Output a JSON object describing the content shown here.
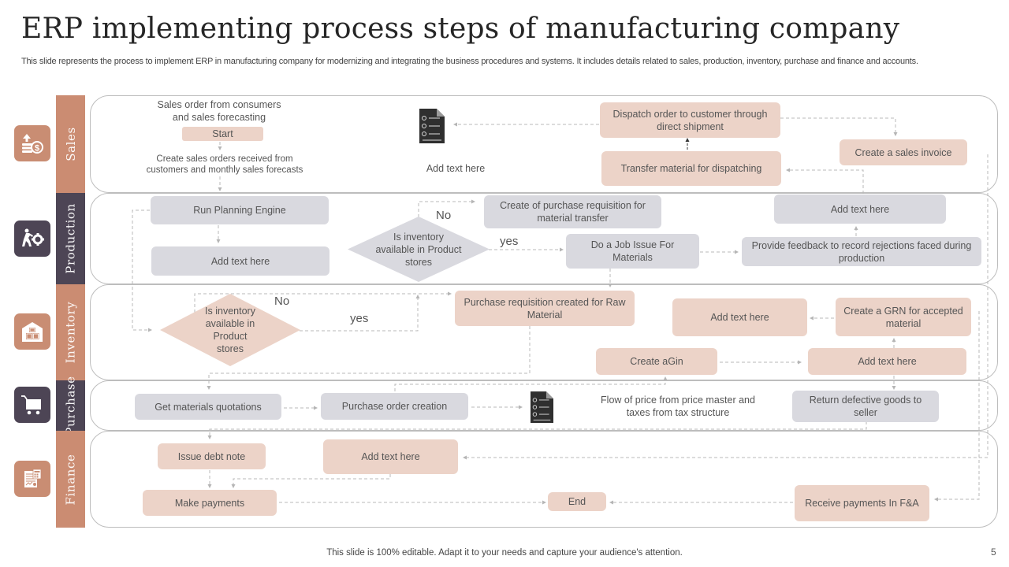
{
  "header": {
    "title": "ERP implementing process steps of manufacturing company",
    "subtitle": "This slide represents the process to implement ERP in manufacturing company for modernizing and integrating the business procedures and systems. It includes details related to sales, production, inventory, purchase and finance and accounts."
  },
  "colors": {
    "accent_brown": "#cb8c72",
    "accent_dark": "#4d4555",
    "node_pink": "#ecd3c8",
    "node_grey": "#d9d9df"
  },
  "lanes": [
    {
      "label": "Sales",
      "icon": "money-growth-icon"
    },
    {
      "label": "Production",
      "icon": "worker-gear-icon"
    },
    {
      "label": "Inventory",
      "icon": "warehouse-icon"
    },
    {
      "label": "Purchase",
      "icon": "shopping-cart-icon"
    },
    {
      "label": "Finance",
      "icon": "financial-report-icon"
    }
  ],
  "sales": {
    "sales_order_text": "Sales order from consumers and sales forecasting",
    "start": "Start",
    "create_orders_text": "Create sales orders received from customers and monthly sales forecasts",
    "add_text": "Add text here",
    "dispatch_order": "Dispatch order to customer through direct shipment",
    "transfer_material": "Transfer material for dispatching",
    "sales_invoice": "Create a sales invoice"
  },
  "production": {
    "run_planning": "Run Planning Engine",
    "add_text_left": "Add text here",
    "decision": "Is inventory available in Product stores",
    "no_label": "No",
    "yes_label": "yes",
    "purchase_requisition_transfer": "Create of purchase requisition for material transfer",
    "job_issue": "Do a Job Issue For Materials",
    "add_text_right": "Add text here",
    "feedback": "Provide feedback to record rejections faced during production"
  },
  "inventory": {
    "decision": "Is inventory available in Product stores",
    "no_label": "No",
    "yes_label": "yes",
    "purchase_requisition_raw": "Purchase requisition created for Raw Material",
    "add_text_top": "Add text here",
    "create_grn": "Create a GRN for accepted material",
    "create_agin": "Create aGin",
    "add_text_bottom": "Add text here"
  },
  "purchase": {
    "quotations": "Get materials quotations",
    "order_creation": "Purchase order creation",
    "price_flow": "Flow of price from price master and taxes from tax structure",
    "return_goods": "Return defective goods to seller"
  },
  "finance": {
    "debt_note": "Issue debt note",
    "add_text": "Add text here",
    "make_payments": "Make payments",
    "end": "End",
    "receive_payments": "Receive payments In F&A"
  },
  "footer": {
    "note": "This slide is 100% editable. Adapt it to your needs and capture your audience's attention.",
    "page_number": "5"
  }
}
